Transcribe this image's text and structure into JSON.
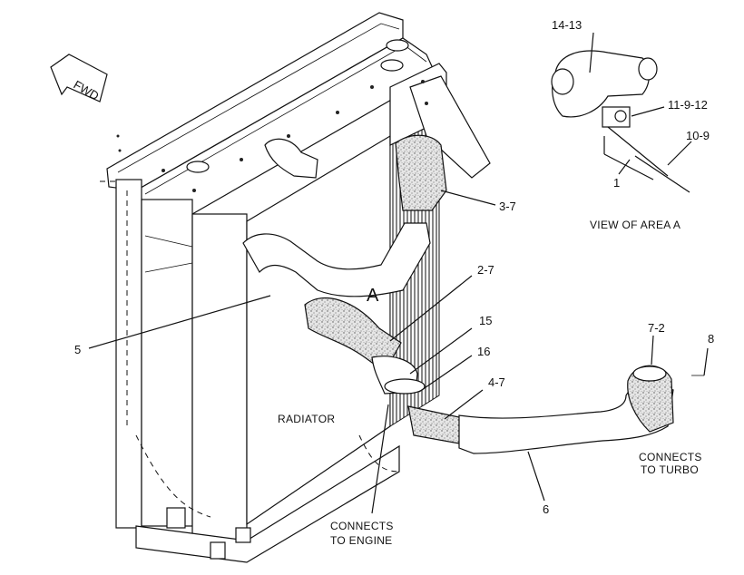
{
  "orientation_label": "FWD",
  "area_marker": "A",
  "detail_view": {
    "caption": "VIEW OF AREA  A",
    "callouts": [
      "14-13",
      "11-9-12",
      "10-9",
      "1"
    ]
  },
  "main_callouts": [
    {
      "id": "c37",
      "text": "3-7"
    },
    {
      "id": "c27",
      "text": "2-7"
    },
    {
      "id": "c15",
      "text": "15"
    },
    {
      "id": "c16",
      "text": "16"
    },
    {
      "id": "c47",
      "text": "4-7"
    },
    {
      "id": "c5",
      "text": "5"
    },
    {
      "id": "c72",
      "text": "7-2"
    },
    {
      "id": "c8",
      "text": "8"
    },
    {
      "id": "c6",
      "text": "6"
    }
  ],
  "labels": {
    "radiator": "RADIATOR",
    "connects_engine": [
      "CONNECTS",
      "TO ENGINE"
    ],
    "connects_turbo": [
      "CONNECTS",
      "TO TURBO"
    ]
  },
  "icons": [
    "fwd-arrow-icon"
  ]
}
